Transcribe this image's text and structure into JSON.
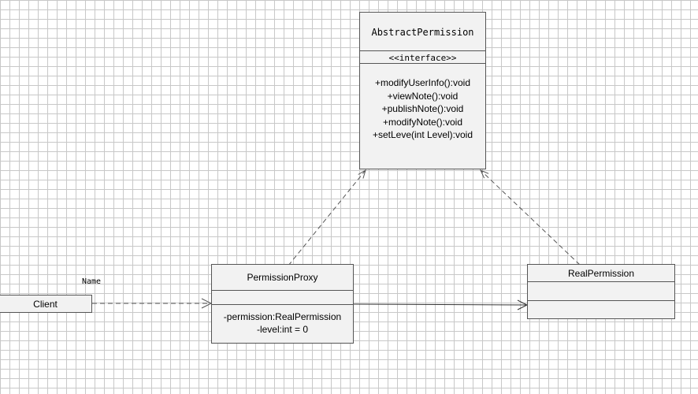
{
  "diagram": {
    "classes": {
      "abstract_permission": {
        "name": "AbstractPermission",
        "stereotype": "<<interface>>",
        "operations": [
          "+modifyUserInfo():void",
          "+viewNote():void",
          "+publishNote():void",
          "+modifyNote():void",
          "+setLeve(int Level):void"
        ]
      },
      "permission_proxy": {
        "name": "PermissionProxy",
        "attributes": [
          "-permission:RealPermission",
          "-level:int = 0"
        ]
      },
      "real_permission": {
        "name": "RealPermission"
      },
      "client": {
        "name": "Client"
      }
    },
    "labels": {
      "association_name": "Name"
    },
    "relationships": [
      {
        "from": "PermissionProxy",
        "to": "AbstractPermission",
        "kind": "realization"
      },
      {
        "from": "RealPermission",
        "to": "AbstractPermission",
        "kind": "realization"
      },
      {
        "from": "Client",
        "to": "PermissionProxy",
        "kind": "dependency"
      },
      {
        "from": "PermissionProxy",
        "to": "RealPermission",
        "kind": "association"
      }
    ]
  }
}
